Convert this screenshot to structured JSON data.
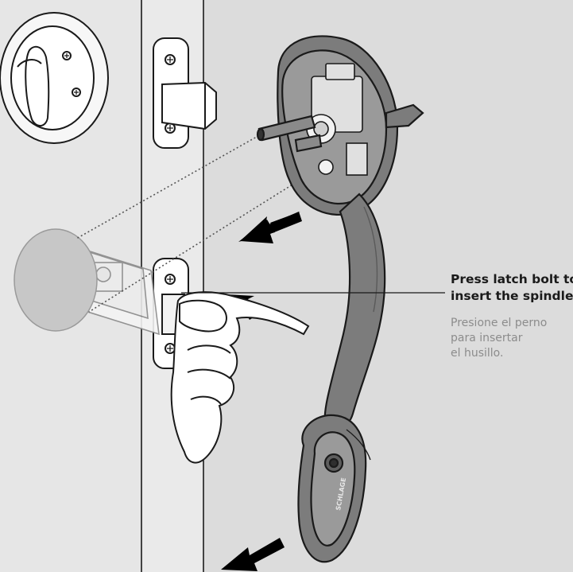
{
  "instruction": {
    "en_line1": "Press latch bolt to",
    "en_line2": "insert the spindle.",
    "es_line1": "Presione el perno",
    "es_line2": "para insertar",
    "es_line3": "el husillo."
  },
  "brand_mark": "SCHLAGE",
  "colors": {
    "background": "#ebebeb",
    "door_face": "#dcdcdc",
    "door_edge": "#e2e2e2",
    "handleset": "#7c7c7c",
    "outline": "#1a1a1a"
  }
}
